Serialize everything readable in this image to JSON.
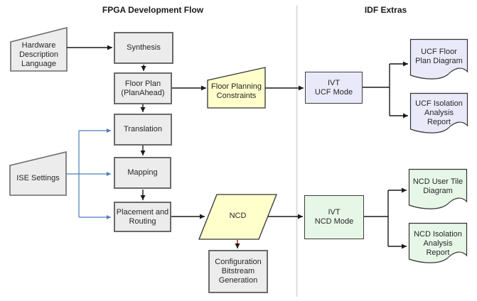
{
  "titles": {
    "fpga_flow": "FPGA Development Flow",
    "idf_extras": "IDF Extras"
  },
  "nodes": {
    "hdl": {
      "label": "Hardware\nDescription\nLanguage"
    },
    "synthesis": {
      "label": "Synthesis"
    },
    "floor_plan": {
      "label": "Floor Plan\n(PlanAhead)"
    },
    "translation": {
      "label": "Translation"
    },
    "mapping": {
      "label": "Mapping"
    },
    "placement_routing": {
      "label": "Placement and\nRouting"
    },
    "ise_settings": {
      "label": "ISE Settings"
    },
    "floor_planning_constraints": {
      "label": "Floor Planning\nConstraints"
    },
    "ncd": {
      "label": "NCD"
    },
    "config_bitstream": {
      "label": "Configuration\nBitstream\nGeneration"
    },
    "ivt_ucf_mode": {
      "label": "IVT\nUCF Mode"
    },
    "ivt_ncd_mode": {
      "label": "IVT\nNCD Mode"
    },
    "ucf_floor_plan_diagram": {
      "label": "UCF Floor\nPlan Diagram"
    },
    "ucf_isolation_report": {
      "label": "UCF Isolation\nAnalysis\nReport"
    },
    "ncd_user_tile_diagram": {
      "label": "NCD User Tile\nDiagram"
    },
    "ncd_isolation_report": {
      "label": "NCD Isolation\nAnalysis\nReport"
    }
  },
  "colors": {
    "process_fill": "#ececec",
    "process_border": "#6a6a6a",
    "input_fill": "#ffffcc",
    "ucf_fill": "#e9e9f9",
    "ncd_fill": "#e7f7e7",
    "shape_border": "#333333",
    "arrow": "#1a1a1a",
    "blue_arrow": "#4a7ebb",
    "red_arrow": "#b22222",
    "divider": "#dcdcdc",
    "text": "#262626"
  }
}
